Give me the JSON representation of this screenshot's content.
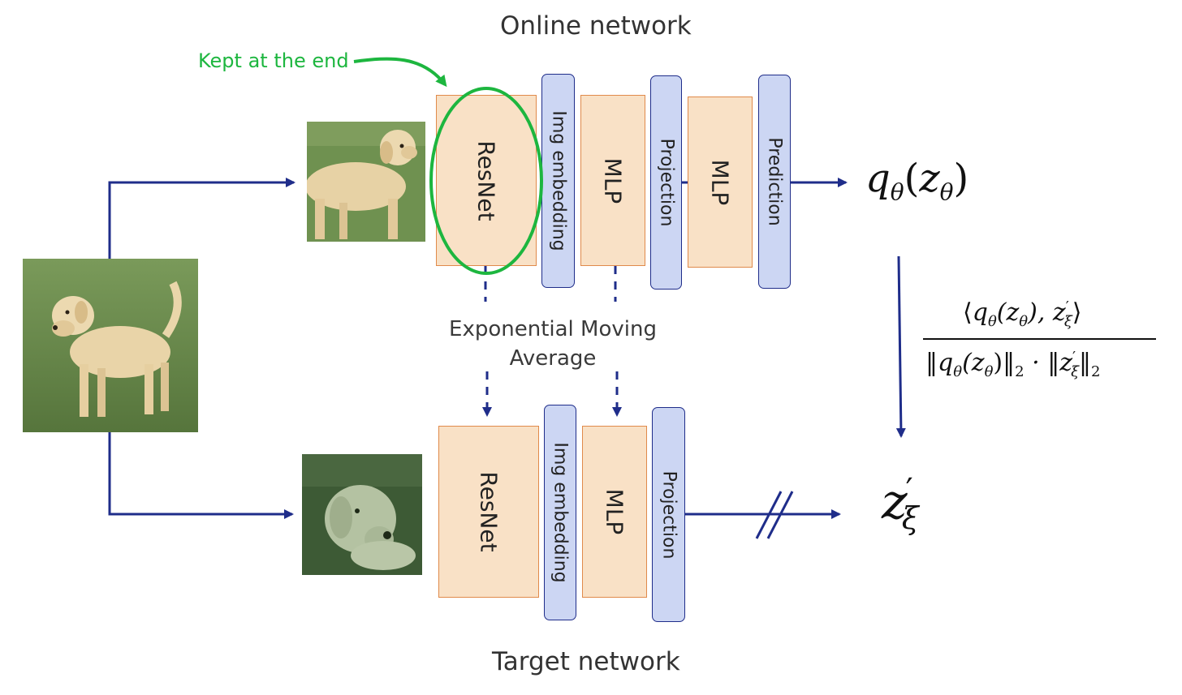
{
  "titles": {
    "online": "Online network",
    "target": "Target network"
  },
  "annotation": {
    "kept": "Kept at the end",
    "color": "#1db63f"
  },
  "ema": {
    "line1": "Exponential Moving",
    "line2": "Average"
  },
  "online_blocks": {
    "resnet": "ResNet",
    "img_embedding": "Img embedding",
    "mlp1": "MLP",
    "projection": "Projection",
    "mlp2": "MLP",
    "prediction": "Prediction"
  },
  "target_blocks": {
    "resnet": "ResNet",
    "img_embedding": "Img embedding",
    "mlp": "MLP",
    "projection": "Projection"
  },
  "outputs": {
    "q_sym": "q",
    "theta": "θ",
    "open": "(",
    "z_sym": "z",
    "close": ")",
    "zprime_sym": "z",
    "prime": "′",
    "xi": "ξ"
  },
  "similarity": {
    "num_open": "⟨",
    "num_q": "q",
    "num_theta": "θ",
    "num_z": "(z",
    "num_theta2": "θ",
    "num_mid": "), z",
    "num_prime": "′",
    "num_xi": "ξ",
    "num_close": "⟩",
    "den_left": "‖q",
    "den_theta": "θ",
    "den_z": "(z",
    "den_theta2": "θ",
    "den_close": ")‖",
    "den_two1": "2",
    "den_dot": " · ‖z",
    "den_prime": "′",
    "den_xi": "ξ",
    "den_norm": "‖",
    "den_two2": "2"
  },
  "colors": {
    "arrow": "#1f2d8a",
    "block_fill": "#f9e1c6",
    "block_border": "#e08a4b",
    "head_fill": "#ccd6f3"
  },
  "images": {
    "source": "dog-photo-original",
    "online_view": "dog-photo-crop",
    "target_view": "dog-photo-augmented"
  }
}
